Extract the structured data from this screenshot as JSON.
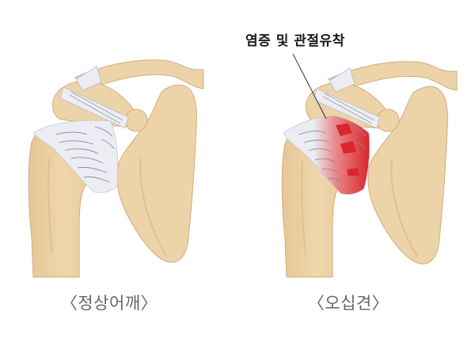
{
  "figure": {
    "left_panel": {
      "caption": "〈정상어깨〉",
      "condition": "normal"
    },
    "right_panel": {
      "caption": "〈오십견〉",
      "condition": "frozen-shoulder"
    },
    "callout": {
      "label": "염증 및 관절유착",
      "target": "inflamed-adhered-capsule"
    }
  },
  "colors": {
    "background": "#ffffff",
    "bone_fill": "#EDD3A8",
    "bone_shade": "#E2C190",
    "bone_outline": "#CFAE7E",
    "ligament_fill": "#ECEDF2",
    "ligament_lines": "#8A8C99",
    "inflammation": "#D9262B",
    "caption_text": "#666666",
    "callout_text": "#1a1a1a",
    "callout_line": "#333333"
  }
}
